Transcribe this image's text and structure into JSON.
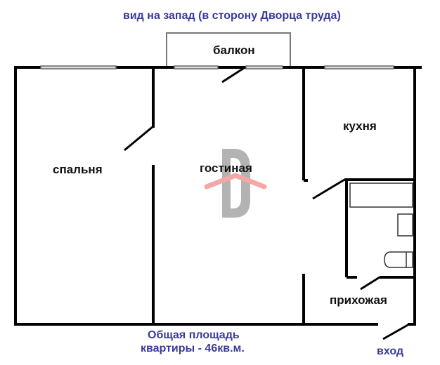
{
  "title": "вид на запад (в сторону Дворца труда)",
  "rooms": {
    "balcony": "балкон",
    "bedroom": "спальня",
    "living_room": "гостиная",
    "kitchen": "кухня",
    "hallway": "прихожая"
  },
  "area_line1": "Общая площадь",
  "area_line2": "квартиры - 46кв.м.",
  "entrance": "вход",
  "colors": {
    "wall": "#000000",
    "label_blue": "#3a3a9a",
    "watermark_red": "#f08a8a",
    "watermark_gray": "#a0a0a0"
  }
}
